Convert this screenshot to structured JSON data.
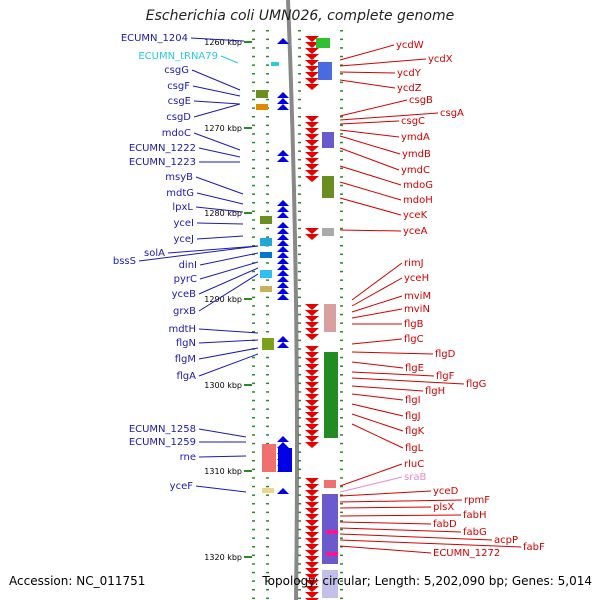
{
  "title": "Escherichia coli UMN026, complete genome",
  "footer": {
    "accession": "Accession: NC_011751",
    "topology": "Topology: circular; Length: 5,202,090 bp; Genes: 5,014"
  },
  "colors": {
    "left_label": "#1a1ab8",
    "right_label": "#d40000",
    "trna_label": "#28c8e8",
    "srna_label": "#e888c8",
    "backbone": "#888888"
  },
  "scale_ticks": [
    "1260 kbp",
    "1270 kbp",
    "1280 kbp",
    "1290 kbp",
    "1300 kbp",
    "1310 kbp",
    "1320 kbp"
  ],
  "left_genes": [
    {
      "name": "ECUMN_1204",
      "type": "cds"
    },
    {
      "name": "ECUMN_tRNA79",
      "type": "trna"
    },
    {
      "name": "csgG",
      "type": "cds"
    },
    {
      "name": "csgF",
      "type": "cds"
    },
    {
      "name": "csgE",
      "type": "cds"
    },
    {
      "name": "csgD",
      "type": "cds"
    },
    {
      "name": "mdoC",
      "type": "cds"
    },
    {
      "name": "ECUMN_1222",
      "type": "cds"
    },
    {
      "name": "ECUMN_1223",
      "type": "cds"
    },
    {
      "name": "msyB",
      "type": "cds"
    },
    {
      "name": "mdtG",
      "type": "cds"
    },
    {
      "name": "lpxL",
      "type": "cds"
    },
    {
      "name": "yceI",
      "type": "cds"
    },
    {
      "name": "yceJ",
      "type": "cds"
    },
    {
      "name": "solA",
      "type": "cds"
    },
    {
      "name": "bssS",
      "type": "cds"
    },
    {
      "name": "dinI",
      "type": "cds"
    },
    {
      "name": "pyrC",
      "type": "cds"
    },
    {
      "name": "yceB",
      "type": "cds"
    },
    {
      "name": "grxB",
      "type": "cds"
    },
    {
      "name": "mdtH",
      "type": "cds"
    },
    {
      "name": "flgN",
      "type": "cds"
    },
    {
      "name": "flgM",
      "type": "cds"
    },
    {
      "name": "flgA",
      "type": "cds"
    },
    {
      "name": "ECUMN_1258",
      "type": "cds"
    },
    {
      "name": "ECUMN_1259",
      "type": "cds"
    },
    {
      "name": "rne",
      "type": "cds"
    },
    {
      "name": "yceF",
      "type": "cds"
    }
  ],
  "right_genes": [
    {
      "name": "ycdW",
      "type": "cds"
    },
    {
      "name": "ycdX",
      "type": "cds"
    },
    {
      "name": "ycdY",
      "type": "cds"
    },
    {
      "name": "ycdZ",
      "type": "cds"
    },
    {
      "name": "csgB",
      "type": "cds"
    },
    {
      "name": "csgA",
      "type": "cds"
    },
    {
      "name": "csgC",
      "type": "cds"
    },
    {
      "name": "ymdA",
      "type": "cds"
    },
    {
      "name": "ymdB",
      "type": "cds"
    },
    {
      "name": "ymdC",
      "type": "cds"
    },
    {
      "name": "mdoG",
      "type": "cds"
    },
    {
      "name": "mdoH",
      "type": "cds"
    },
    {
      "name": "yceK",
      "type": "cds"
    },
    {
      "name": "yceA",
      "type": "cds"
    },
    {
      "name": "rimJ",
      "type": "cds"
    },
    {
      "name": "yceH",
      "type": "cds"
    },
    {
      "name": "mviM",
      "type": "cds"
    },
    {
      "name": "mviN",
      "type": "cds"
    },
    {
      "name": "flgB",
      "type": "cds"
    },
    {
      "name": "flgC",
      "type": "cds"
    },
    {
      "name": "flgD",
      "type": "cds"
    },
    {
      "name": "flgE",
      "type": "cds"
    },
    {
      "name": "flgF",
      "type": "cds"
    },
    {
      "name": "flgG",
      "type": "cds"
    },
    {
      "name": "flgH",
      "type": "cds"
    },
    {
      "name": "flgI",
      "type": "cds"
    },
    {
      "name": "flgJ",
      "type": "cds"
    },
    {
      "name": "flgK",
      "type": "cds"
    },
    {
      "name": "flgL",
      "type": "cds"
    },
    {
      "name": "rluC",
      "type": "cds"
    },
    {
      "name": "sraB",
      "type": "srna"
    },
    {
      "name": "yceD",
      "type": "cds"
    },
    {
      "name": "rpmF",
      "type": "cds"
    },
    {
      "name": "plsX",
      "type": "cds"
    },
    {
      "name": "fabH",
      "type": "cds"
    },
    {
      "name": "fabD",
      "type": "cds"
    },
    {
      "name": "fabG",
      "type": "cds"
    },
    {
      "name": "acpP",
      "type": "cds"
    },
    {
      "name": "fabF",
      "type": "cds"
    },
    {
      "name": "ECUMN_1272",
      "type": "cds"
    }
  ]
}
